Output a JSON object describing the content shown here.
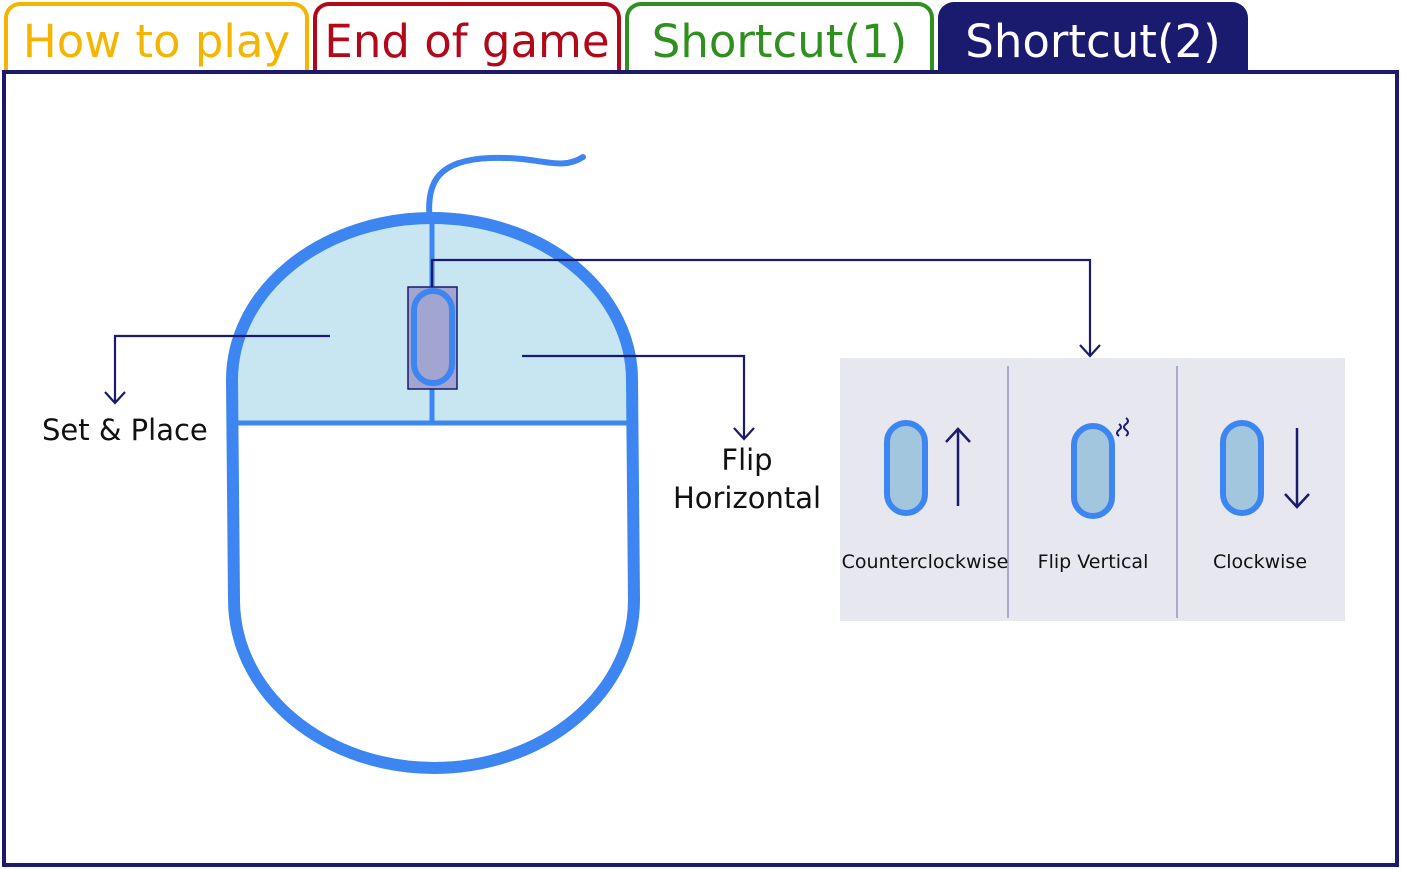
{
  "tabs": [
    {
      "label": "How to play",
      "color": "#f4b400",
      "active": false
    },
    {
      "label": "End of game",
      "color": "#b3081a",
      "active": false
    },
    {
      "label": "Shortcut(1)",
      "color": "#2f8f1f",
      "active": false
    },
    {
      "label": "Shortcut(2)",
      "color": "#1a1a6e",
      "active": true
    }
  ],
  "mouse_labels": {
    "left_button": "Set & Place",
    "right_button_line1": "Flip",
    "right_button_line2": "Horizontal"
  },
  "scroll_actions": [
    {
      "label": "Counterclockwise",
      "icon": "scroll-up-icon"
    },
    {
      "label": "Flip Vertical",
      "icon": "scroll-click-icon"
    },
    {
      "label": "Clockwise",
      "icon": "scroll-down-icon"
    }
  ],
  "colors": {
    "mouse_outline": "#3d85f0",
    "button_fill": "#c7e6f2",
    "wheel_fill": "#a3a5d1",
    "scroll_fill": "#a2c6de",
    "connector": "#1a1a6e",
    "scroll_panel_bg": "#e7e7ef"
  }
}
